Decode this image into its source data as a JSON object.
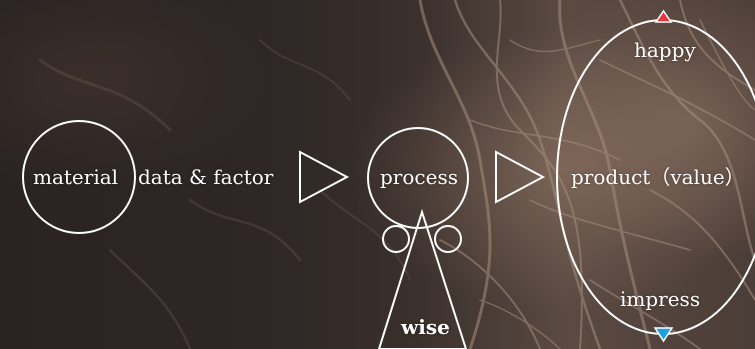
{
  "labels": {
    "material": "material",
    "data_factor": "data & factor",
    "process": "process",
    "wise": "wise",
    "product": "product（value）",
    "happy": "happy",
    "impress": "impress"
  },
  "colors": {
    "stroke": "#ffffff",
    "happy_marker": "#e8353b",
    "impress_marker": "#1aa3e0"
  }
}
